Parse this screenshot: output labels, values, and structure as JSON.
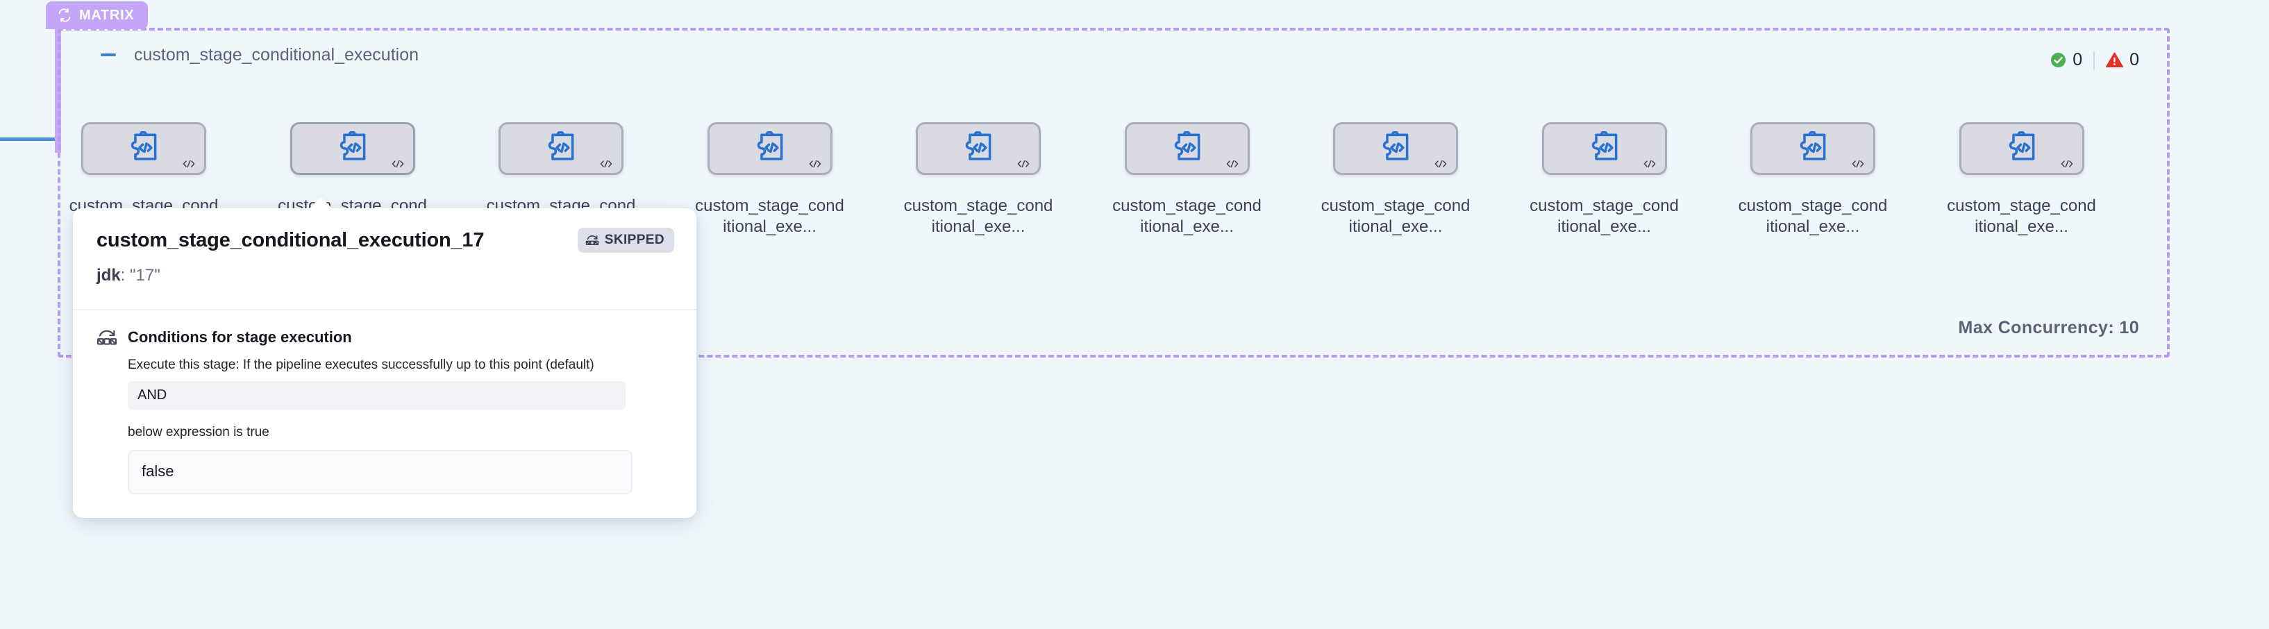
{
  "page": {
    "background_color": "#f0f7fb"
  },
  "matrix_tab": {
    "label": "MATRIX",
    "icon": "loop-icon",
    "color": "#c3a6f7"
  },
  "group": {
    "title": "custom_stage_conditional_execution",
    "collapse_icon": "minus-icon",
    "border_color": "#b79cf0",
    "max_concurrency": "Max Concurrency: 10"
  },
  "status": {
    "success": {
      "icon": "check-circle-icon",
      "count": "0",
      "color": "#4caf50"
    },
    "failure": {
      "icon": "warning-triangle-icon",
      "count": "0",
      "color": "#e03127"
    }
  },
  "nodes": [
    {
      "label": "custom_stage_conditional_exe...",
      "icon": "custom-stage-icon",
      "badge_icon": "code-icon",
      "selected": false
    },
    {
      "label": "custom_stage_conditional_exe...",
      "icon": "custom-stage-icon",
      "badge_icon": "code-icon",
      "selected": true
    },
    {
      "label": "custom_stage_conditional_exe...",
      "icon": "custom-stage-icon",
      "badge_icon": "code-icon",
      "selected": false
    },
    {
      "label": "custom_stage_conditional_exe...",
      "icon": "custom-stage-icon",
      "badge_icon": "code-icon",
      "selected": false
    },
    {
      "label": "custom_stage_conditional_exe...",
      "icon": "custom-stage-icon",
      "badge_icon": "code-icon",
      "selected": false
    },
    {
      "label": "custom_stage_conditional_exe...",
      "icon": "custom-stage-icon",
      "badge_icon": "code-icon",
      "selected": false
    },
    {
      "label": "custom_stage_conditional_exe...",
      "icon": "custom-stage-icon",
      "badge_icon": "code-icon",
      "selected": false
    },
    {
      "label": "custom_stage_conditional_exe...",
      "icon": "custom-stage-icon",
      "badge_icon": "code-icon",
      "selected": false
    },
    {
      "label": "custom_stage_conditional_exe...",
      "icon": "custom-stage-icon",
      "badge_icon": "code-icon",
      "selected": false
    },
    {
      "label": "custom_stage_conditional_exe...",
      "icon": "custom-stage-icon",
      "badge_icon": "code-icon",
      "selected": false
    }
  ],
  "popover": {
    "title": "custom_stage_conditional_execution_17",
    "status_badge": {
      "label": "SKIPPED",
      "icon": "skip-icon"
    },
    "param_key": "jdk",
    "param_value": ": \"17\"",
    "conditions": {
      "icon": "skip-icon",
      "heading": "Conditions for stage execution",
      "description": "Execute this stage: If the pipeline executes successfully up to this point (default)",
      "operator": "AND",
      "sub_label": "below expression is true",
      "expression": "false"
    }
  }
}
